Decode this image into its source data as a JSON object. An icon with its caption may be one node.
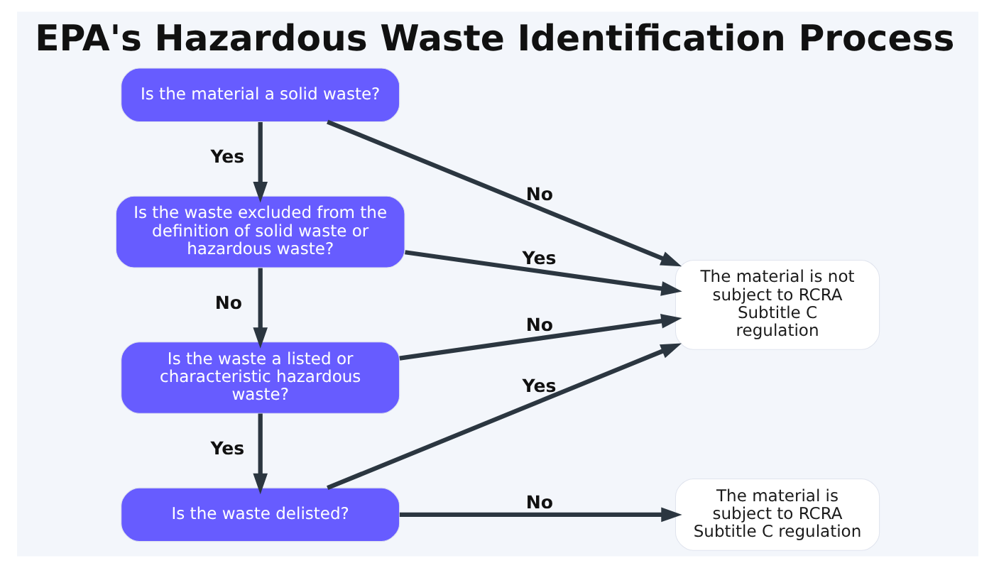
{
  "diagram": {
    "title": "EPA's Hazardous Waste Identification Process",
    "nodes": [
      {
        "text": [
          "Is the material a solid waste?"
        ]
      },
      {
        "text": [
          "Is the waste excluded from the definition of solid waste or hazardous waste?"
        ]
      },
      {
        "text": [
          "Is the waste a listed or characteristic hazardous waste?"
        ]
      },
      {
        "text": [
          "Is the waste delisted?"
        ]
      },
      {
        "text": [
          "The material is not subject to RCRA Subtitle C regulation"
        ]
      },
      {
        "text": [
          "The material is subject to RCRA Subtitle C regulation"
        ]
      }
    ],
    "edges": [
      {
        "from": 0,
        "to": 4,
        "arrow": "to",
        "label": "No"
      },
      {
        "from": 0,
        "to": 1,
        "arrow": "to",
        "label": "Yes"
      },
      {
        "from": 1,
        "to": 4,
        "arrow": "to",
        "label": "Yes"
      },
      {
        "from": 1,
        "to": 2,
        "arrow": "to",
        "label": "No"
      },
      {
        "from": 2,
        "to": 4,
        "arrow": "to",
        "label": "No"
      },
      {
        "from": 2,
        "to": 3,
        "arrow": "to",
        "label": "Yes"
      },
      {
        "from": 3,
        "to": 4,
        "arrow": "to",
        "label": "Yes"
      },
      {
        "from": 3,
        "to": 5,
        "arrow": "to",
        "label": "No"
      }
    ]
  }
}
